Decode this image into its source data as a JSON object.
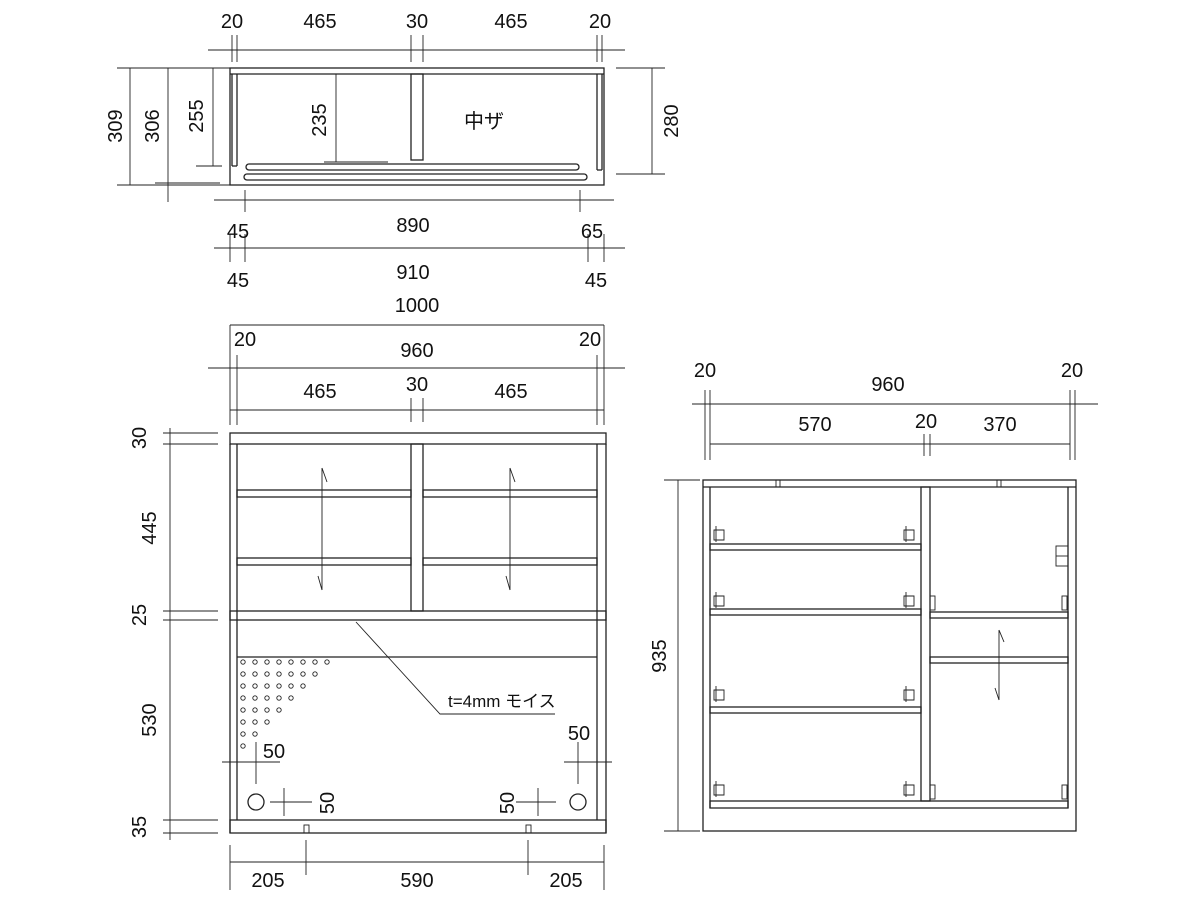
{
  "top_view": {
    "widths": [
      "20",
      "465",
      "30",
      "465",
      "20"
    ],
    "heights": [
      "309",
      "306",
      "255",
      "235"
    ],
    "right_height": "280",
    "center_label": "中ザ",
    "bottom_row1": [
      "45",
      "890",
      "65"
    ],
    "bottom_row2": [
      "45",
      "910",
      "45"
    ]
  },
  "front_view": {
    "overall_width": "1000",
    "inner_row": [
      "20",
      "960",
      "20"
    ],
    "upper_row": [
      "465",
      "30",
      "465"
    ],
    "heights": [
      "30",
      "445",
      "25",
      "530",
      "35"
    ],
    "hole_offsets": [
      "50",
      "50",
      "50",
      "50"
    ],
    "panel_note": "t=4mm モイス",
    "bottom_row": [
      "205",
      "590",
      "205"
    ]
  },
  "side_view": {
    "top_row": [
      "20",
      "960",
      "20"
    ],
    "second_row": [
      "570",
      "20",
      "370"
    ],
    "height": "935"
  }
}
